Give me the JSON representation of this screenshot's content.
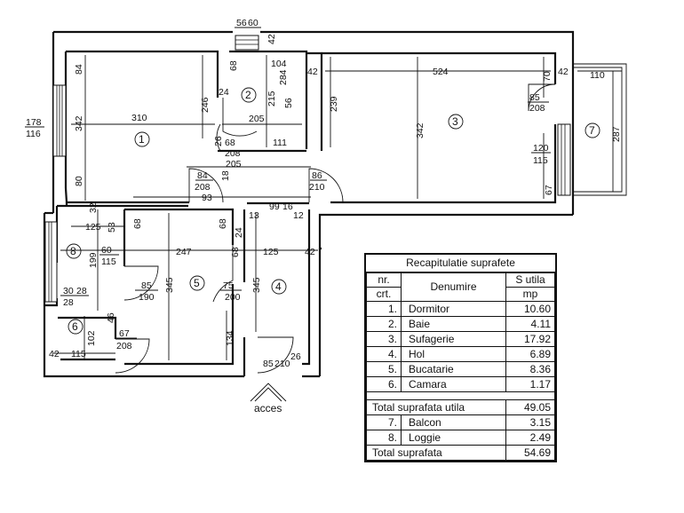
{
  "plan": {
    "rooms": [
      {
        "id": "1"
      },
      {
        "id": "2"
      },
      {
        "id": "3"
      },
      {
        "id": "4"
      },
      {
        "id": "5"
      },
      {
        "id": "6"
      },
      {
        "id": "7"
      },
      {
        "id": "8"
      }
    ],
    "dims": {
      "stair_top": "56",
      "stair_bot": "60",
      "d84": "84",
      "d342a": "342",
      "d310": "310",
      "d246": "246",
      "d80": "80",
      "d32": "32",
      "d178": "178",
      "d116": "116",
      "d68a": "68",
      "d24a": "24",
      "d42a": "42",
      "d104": "104",
      "d284": "284",
      "d56": "56",
      "d215": "215",
      "d205a": "205",
      "d26a": "26",
      "d68b": "68",
      "d208a": "208",
      "d111": "111",
      "d42b": "42",
      "d524": "524",
      "d70": "70",
      "d42c": "42",
      "d110": "110",
      "d239": "239",
      "d342b": "342",
      "d85a": "85",
      "d208b": "208",
      "d120": "120",
      "d115a": "115",
      "d287": "287",
      "d67": "67",
      "d205b": "205",
      "d84b": "84",
      "d208c": "208",
      "d18": "18",
      "d86": "86",
      "d210a": "210",
      "d93": "93",
      "d99": "99",
      "d16": "16",
      "d13": "13",
      "d12": "12",
      "d125a": "125",
      "d53": "53",
      "d68c": "68",
      "d68d": "68",
      "d24b": "24",
      "d60": "60",
      "d115b": "115",
      "d247": "247",
      "d68e": "68",
      "d125b": "125",
      "d42d": "42",
      "d199": "199",
      "d85b": "85",
      "d190": "190",
      "d345a": "345",
      "d75": "75",
      "d200": "200",
      "d345b": "345",
      "d30": "30",
      "d28a": "28",
      "d28b": "28",
      "d46": "46",
      "d102": "102",
      "d67b": "67",
      "d208d": "208",
      "d134": "134",
      "d42e": "42",
      "d115c": "115",
      "d85c": "85",
      "d210b": "210",
      "d26b": "26"
    },
    "access_label": "acces"
  },
  "recap": {
    "title": "Recapitulatie suprafete",
    "col_nr_line1": "nr.",
    "col_nr_line2": "crt.",
    "col_name": "Denumire",
    "col_val_line1": "S utila",
    "col_val_line2": "mp",
    "rows": [
      {
        "nr": "1.",
        "name": "Dormitor",
        "val": "10.60"
      },
      {
        "nr": "2.",
        "name": "Baie",
        "val": "4.11"
      },
      {
        "nr": "3.",
        "name": "Sufagerie",
        "val": "17.92"
      },
      {
        "nr": "4.",
        "name": "Hol",
        "val": "6.89"
      },
      {
        "nr": "5.",
        "name": "Bucatarie",
        "val": "8.36"
      },
      {
        "nr": "6.",
        "name": "Camara",
        "val": "1.17"
      }
    ],
    "total_util_label": "Total suprafata utila",
    "total_util_val": "49.05",
    "extra_rows": [
      {
        "nr": "7.",
        "name": "Balcon",
        "val": "3.15"
      },
      {
        "nr": "8.",
        "name": "Loggie",
        "val": "2.49"
      }
    ],
    "total_label": "Total suprafata",
    "total_val": "54.69"
  }
}
